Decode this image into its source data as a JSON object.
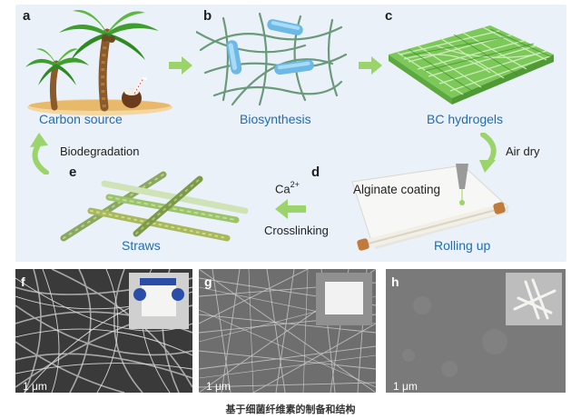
{
  "panels": {
    "a": {
      "letter": "a",
      "caption": "Carbon source"
    },
    "b": {
      "letter": "b",
      "caption": "Biosynthesis"
    },
    "c": {
      "letter": "c",
      "caption": "BC hydrogels"
    },
    "d": {
      "letter": "d",
      "caption": "Rolling up"
    },
    "e": {
      "letter": "e",
      "caption": "Straws"
    },
    "f": {
      "letter": "f",
      "scale": "1 μm"
    },
    "g": {
      "letter": "g",
      "scale": "1 μm"
    },
    "h": {
      "letter": "h",
      "scale": "1 μm"
    }
  },
  "steps": {
    "air_dry": "Air dry",
    "alginate_coating": "Alginate coating",
    "ca_ion": "Ca",
    "ca_charge": "2+",
    "crosslinking": "Crosslinking",
    "biodegradation": "Biodegradation"
  },
  "colors": {
    "background_panel": "#eaf1f9",
    "caption_blue": "#1f6db5",
    "arrow_green": "#9bd46a",
    "fiber_green": "#6cc24a"
  },
  "caption": "基于细菌纤维素的制备和结构"
}
